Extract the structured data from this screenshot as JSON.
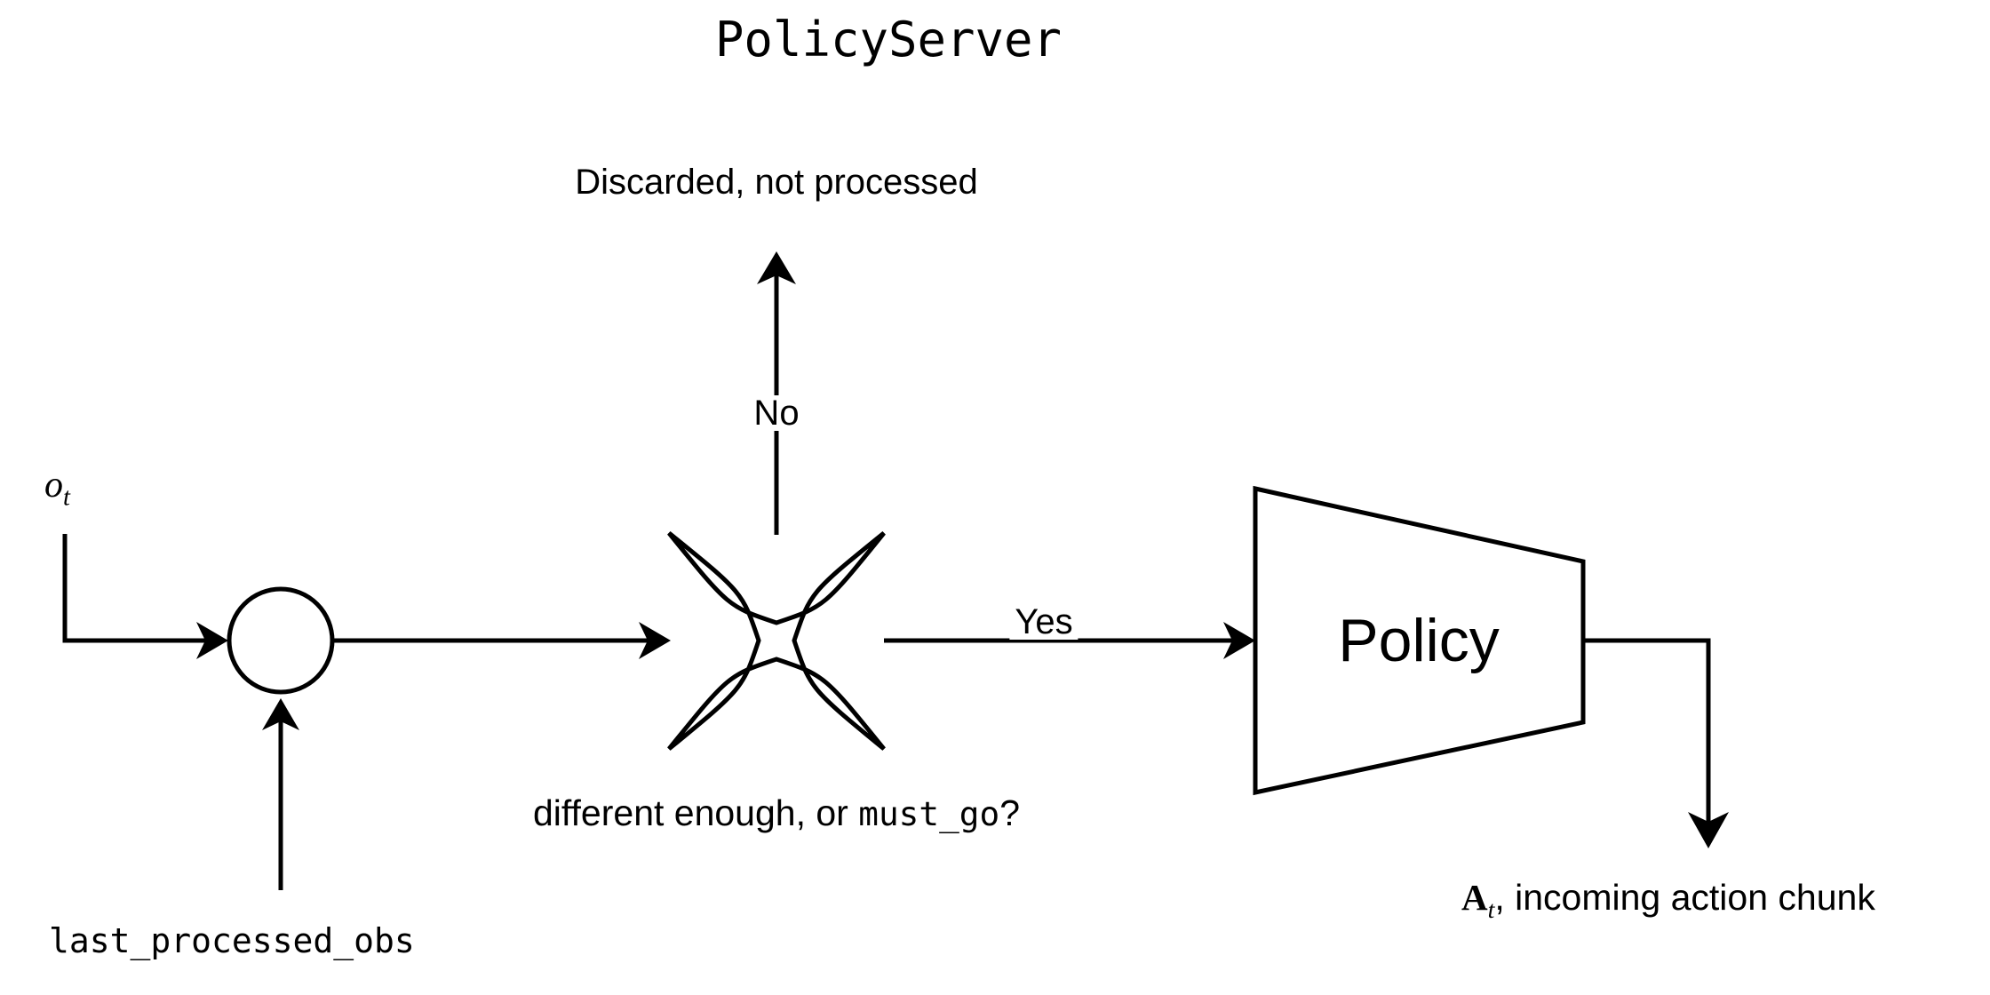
{
  "diagram": {
    "title": "PolicyServer",
    "nodes": {
      "merge_junction": {
        "name": "observation-merge-junction",
        "shape": "circle",
        "label": ""
      },
      "decision": {
        "shape": "concave-star",
        "caption_prefix": "different enough, or ",
        "caption_code": "must_go",
        "caption_suffix": "?"
      },
      "policy": {
        "shape": "trapezoid",
        "label": "Policy"
      }
    },
    "inputs": {
      "observation": {
        "label_math": "o",
        "label_sub": "t"
      },
      "last_processed_obs": {
        "label": "last_processed_obs"
      }
    },
    "edges": {
      "no_branch": {
        "label": "No",
        "target_label": "Discarded, not processed"
      },
      "yes_branch": {
        "label": "Yes"
      },
      "output": {
        "label_math": "A",
        "label_sub": "t",
        "label_rest": ", incoming action chunk"
      }
    },
    "colors": {
      "stroke": "#000000",
      "background": "#ffffff",
      "text": "#000000"
    }
  }
}
